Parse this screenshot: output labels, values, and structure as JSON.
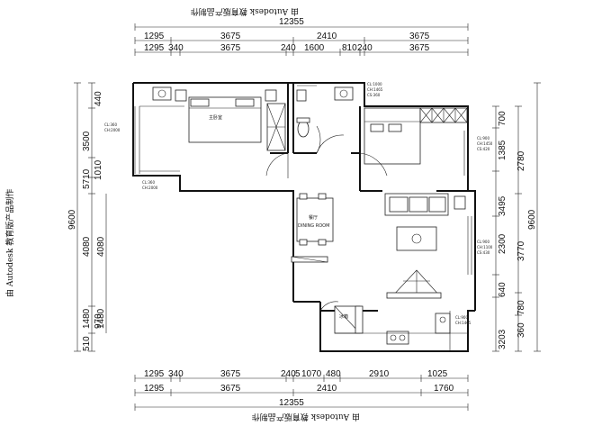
{
  "plan": {
    "top_total": "12355",
    "top_row1": [
      "1295",
      "3675",
      "2410",
      "3675"
    ],
    "top_row2": [
      "1295",
      "340",
      "3675",
      "240",
      "1600",
      "810",
      "240",
      "3675"
    ],
    "bottom_row1": [
      "1295",
      "340",
      "3675",
      "240",
      "5",
      "1070",
      "480",
      "2910",
      "1025"
    ],
    "bottom_row2": [
      "1295",
      "3675",
      "2410",
      "1760"
    ],
    "bottom_total": "12355",
    "left_row1": [
      "440",
      "3500",
      "1010",
      "5710",
      "4080",
      "1480",
      "510",
      "970"
    ],
    "left_total": "9600",
    "left_row2": [
      "4080",
      "1480"
    ],
    "right_row1": [
      "700",
      "1385",
      "3495",
      "2300",
      "640",
      "3203"
    ],
    "right_row2": [
      "2780",
      "3770",
      "780",
      "360"
    ],
    "right_total": "9600"
  },
  "rooms": {
    "master_bedroom": "主卧室",
    "dining_cn": "餐厅",
    "dining_en": "DINING ROOM",
    "fridge": "冰箱"
  },
  "notes": {
    "bedroom_window": [
      "CL:360",
      "CH:2000"
    ],
    "bedroom_window2": [
      "CL:360",
      "CH:2000"
    ],
    "bath_window": [
      "CL:1000",
      "CH:1465",
      "CS:360"
    ],
    "bed2_window": [
      "CL:900",
      "CH:1450",
      "CS:420"
    ],
    "living_window": [
      "CL:900",
      "CH:1100",
      "CS:430"
    ],
    "kitchen_window": [
      "CL:900",
      "CH:1465"
    ]
  },
  "watermark": {
    "text": "由 Autodesk 教育版产品制作"
  }
}
